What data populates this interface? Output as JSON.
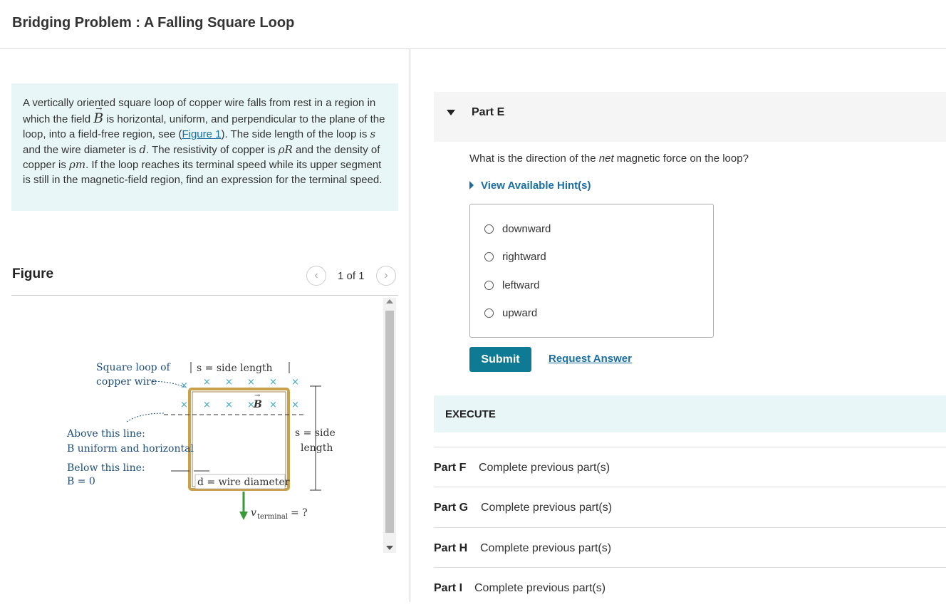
{
  "page": {
    "title": "Bridging Problem : A Falling Square Loop"
  },
  "intro": {
    "t1": "A vertically oriented square loop of copper wire falls from rest in a region in which the field ",
    "B": "B",
    "t2": " is horizontal, uniform, and perpendicular to the plane of the loop, into a field-free region, see (",
    "figure_link": "Figure 1",
    "t3": "). The side length of the loop is ",
    "s": "s",
    "t4": " and the wire diameter is ",
    "d": "d",
    "t5": ". The resistivity of copper is ",
    "rhoR": "ρR",
    "t6": " and the density of copper is ",
    "rhom": "ρm",
    "t7": ". If the loop reaches its terminal speed while its upper segment is still in the magnetic-field region, find an expression for the terminal speed."
  },
  "figure": {
    "title": "Figure",
    "pager": "1 of 1",
    "prev_icon": "chevron-left-icon",
    "next_icon": "chevron-right-icon",
    "labels": {
      "loop1": "Square loop of",
      "loop2": "copper wire",
      "side_top": "s = side length",
      "B": "B",
      "above1": "Above this line:",
      "above2": "B uniform and horizontal",
      "below1": "Below this line:",
      "below2": "B = 0",
      "side_right1": "s = side",
      "side_right2": "length",
      "diameter": "d = wire diameter",
      "terminal": "v",
      "terminal_sub": "terminal",
      "terminal_eq": "= ?"
    },
    "colors": {
      "field_x": "#3aa8c8",
      "loop": "#c9a14a",
      "arrow": "#3a9a3a"
    }
  },
  "part_e": {
    "title": "Part E",
    "question_a": "What is the direction of the ",
    "question_em": "net",
    "question_b": " magnetic force on the loop?",
    "hint": "View Available Hint(s)",
    "choices": [
      "downward",
      "rightward",
      "leftward",
      "upward"
    ],
    "submit": "Submit",
    "request": "Request Answer"
  },
  "execute": {
    "label": "EXECUTE"
  },
  "parts": [
    {
      "label": "Part F",
      "status": "Complete previous part(s)"
    },
    {
      "label": "Part G",
      "status": "Complete previous part(s)"
    },
    {
      "label": "Part H",
      "status": "Complete previous part(s)"
    },
    {
      "label": "Part I",
      "status": "Complete previous part(s)"
    }
  ],
  "colors": {
    "accent": "#0f7a94",
    "link": "#1a6ea0",
    "intro_bg": "#e8f6f7"
  }
}
